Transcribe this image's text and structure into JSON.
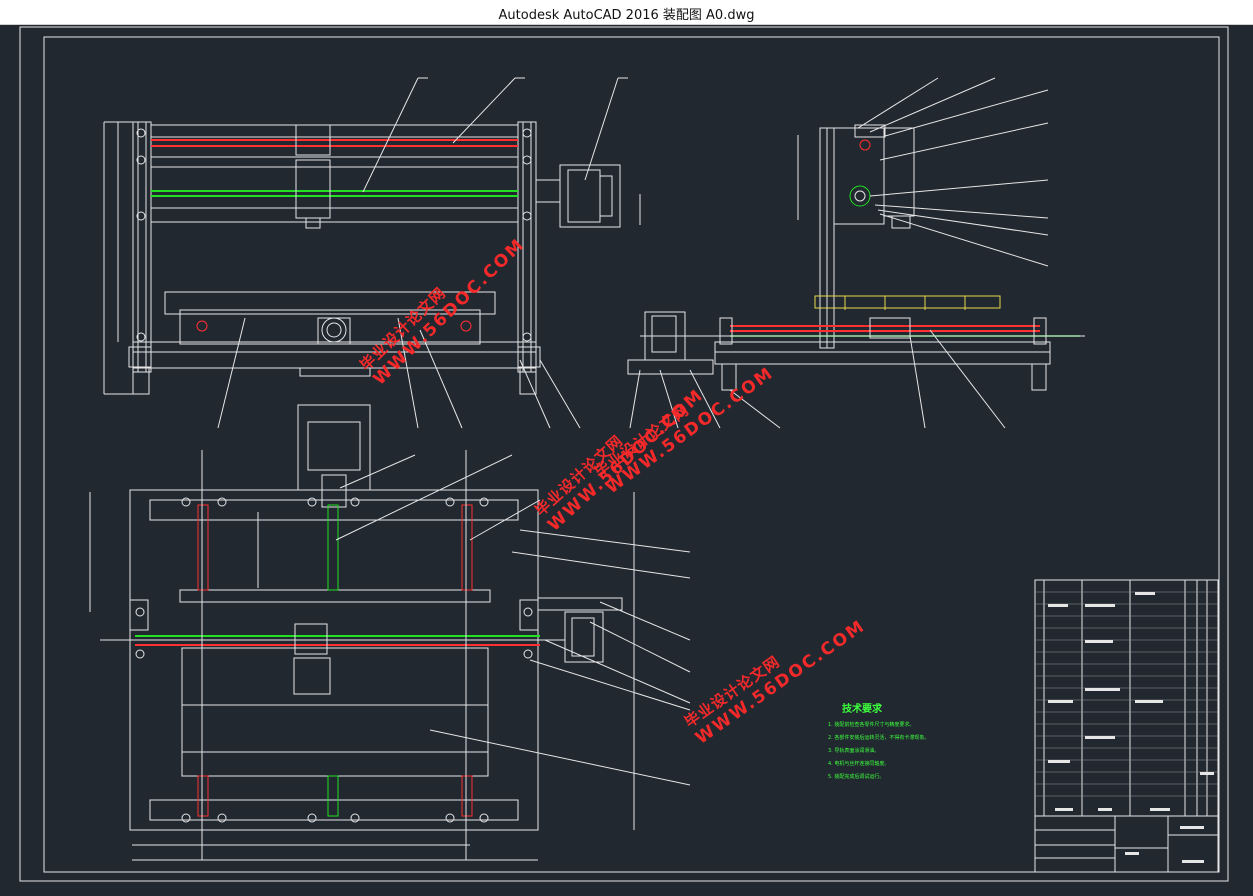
{
  "window": {
    "title": "Autodesk AutoCAD 2016    装配图 A0.dwg"
  },
  "watermarks": [
    {
      "line1": "毕业设计论文网",
      "line2": "WWW.56DOC.COM"
    },
    {
      "line1": "毕业设计论文网",
      "line2": "WWW.56DOC.COM"
    },
    {
      "line1": "毕业设计论文网",
      "line2": "WWW.56DOC.COM"
    },
    {
      "line1": "毕业设计论文网",
      "line2": "WWW.56DOC.COM"
    }
  ],
  "tech_requirements": {
    "heading": "技术要求",
    "items": [
      "1. 装配前检查各零件尺寸与精度要求。",
      "2. 各部件安装后运转灵活，不得有卡滞现象。",
      "3. 导轨表面涂润滑油。",
      "4. 电机与丝杆连接同轴度。",
      "5. 装配完成后调试运行。"
    ]
  },
  "colors": {
    "background": "#212830",
    "line": "#e8e8e8",
    "red": "#ff3030",
    "green": "#22e022"
  }
}
